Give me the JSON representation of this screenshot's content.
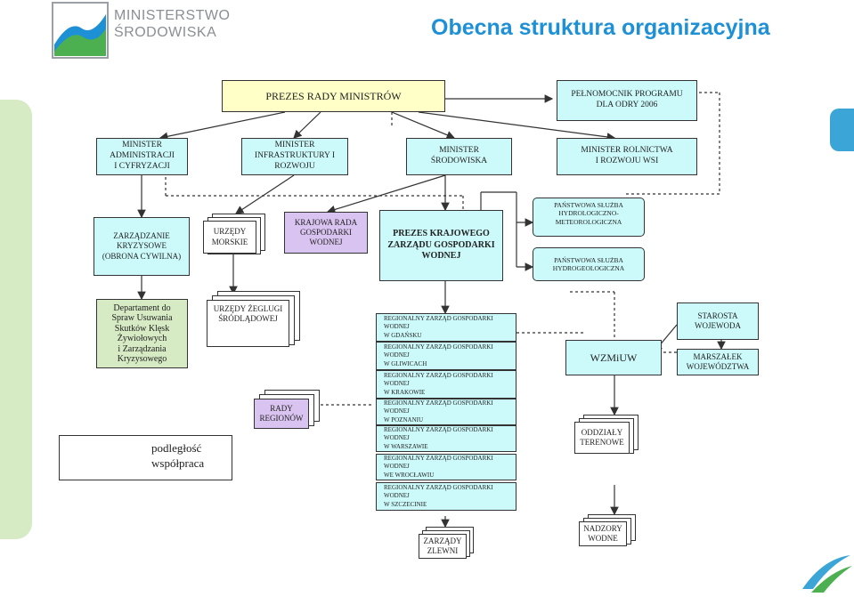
{
  "header": {
    "logo_line1": "MINISTERSTWO",
    "logo_line2": "ŚRODOWISKA",
    "title": "Obecna struktura organizacyjna"
  },
  "colors": {
    "accent_blue": "#1e90d6",
    "yellow_box": "#ffffc8",
    "cyan_box": "#ccfafa",
    "purple_box": "#d9c3f0",
    "green_side": "#d6ebc4",
    "blue_side": "#3aa5d6"
  },
  "boxes": {
    "prezes_rm": "PREZES RADY MINISTRÓW",
    "pelnomocnik": [
      "PEŁNOMOCNIK PROGRAMU",
      "DLA ODRY 2006"
    ],
    "min_admin": [
      "MINISTER",
      "ADMINISTRACJI",
      "I CYFRYZACJI"
    ],
    "min_infra": [
      "MINISTER",
      "INFRASTRUKTURY I",
      "ROZWOJU"
    ],
    "min_srod": [
      "MINISTER",
      "ŚRODOWISKA"
    ],
    "min_rol": [
      "MINISTER ROLNICTWA",
      "I ROZWOJU WSI"
    ],
    "zarzadzanie": [
      "ZARZĄDZANIE",
      "KRYZYSOWE",
      "(OBRONA CYWILNA)"
    ],
    "urzedy_morskie": [
      "URZĘDY",
      "MORSKIE"
    ],
    "krajowa_rada": [
      "KRAJOWA RADA",
      "GOSPODARKI",
      "WODNEJ"
    ],
    "prezes_kzgw": [
      "PREZES KRAJOWEGO",
      "ZARZĄDU GOSPODARKI",
      "WODNEJ"
    ],
    "psh_meteo": [
      "PAŃSTWOWA SŁUŻBA",
      "HYDROLOGICZNO-",
      "METEOROLOGICZNA"
    ],
    "psh_geo": [
      "PAŃSTWOWA SŁUŻBA",
      "HYDROGEOLOGICZNA"
    ],
    "departament": [
      "Departament do",
      "Spraw Usuwania",
      "Skutków Klęsk",
      "Żywiołowych",
      "i Zarządzania",
      "Kryzysowego"
    ],
    "urzedy_zeglugi": [
      "URZĘDY ŻEGLUGI",
      "ŚRÓDLĄDOWEJ"
    ],
    "rzgw": [
      [
        "REGIONALNY ZARZĄD GOSPODARKI WODNEJ",
        "W GDAŃSKU"
      ],
      [
        "REGIONALNY ZARZĄD GOSPODARKI WODNEJ",
        "W GLIWICACH"
      ],
      [
        "REGIONALNY ZARZĄD GOSPODARKI WODNEJ",
        "W KRAKOWIE"
      ],
      [
        "REGIONALNY ZARZĄD GOSPODARKI WODNEJ",
        "W POZNANIU"
      ],
      [
        "REGIONALNY ZARZĄD GOSPODARKI WODNEJ",
        "W WARSZAWIE"
      ],
      [
        "REGIONALNY ZARZĄD GOSPODARKI WODNEJ",
        "WE WROCŁAWIU"
      ],
      [
        "REGIONALNY ZARZĄD GOSPODARKI WODNEJ",
        "W SZCZECINIE"
      ]
    ],
    "wzmiuw": "WZMiUW",
    "starosta": [
      "STAROSTA",
      "WOJEWODA"
    ],
    "marszalek": [
      "MARSZAŁEK",
      "WOJEWÓDZTWA"
    ],
    "rady_regionow": [
      "RADY",
      "REGIONÓW"
    ],
    "oddzialy": [
      "ODDZIAŁY",
      "TERENOWE"
    ],
    "zarzady_zlewni": [
      "ZARZĄDY",
      "ZLEWNI"
    ],
    "nadzory_wodne": [
      "NADZORY",
      "WODNE"
    ]
  },
  "legend": {
    "subordination": "podległość",
    "cooperation": "współpraca"
  }
}
